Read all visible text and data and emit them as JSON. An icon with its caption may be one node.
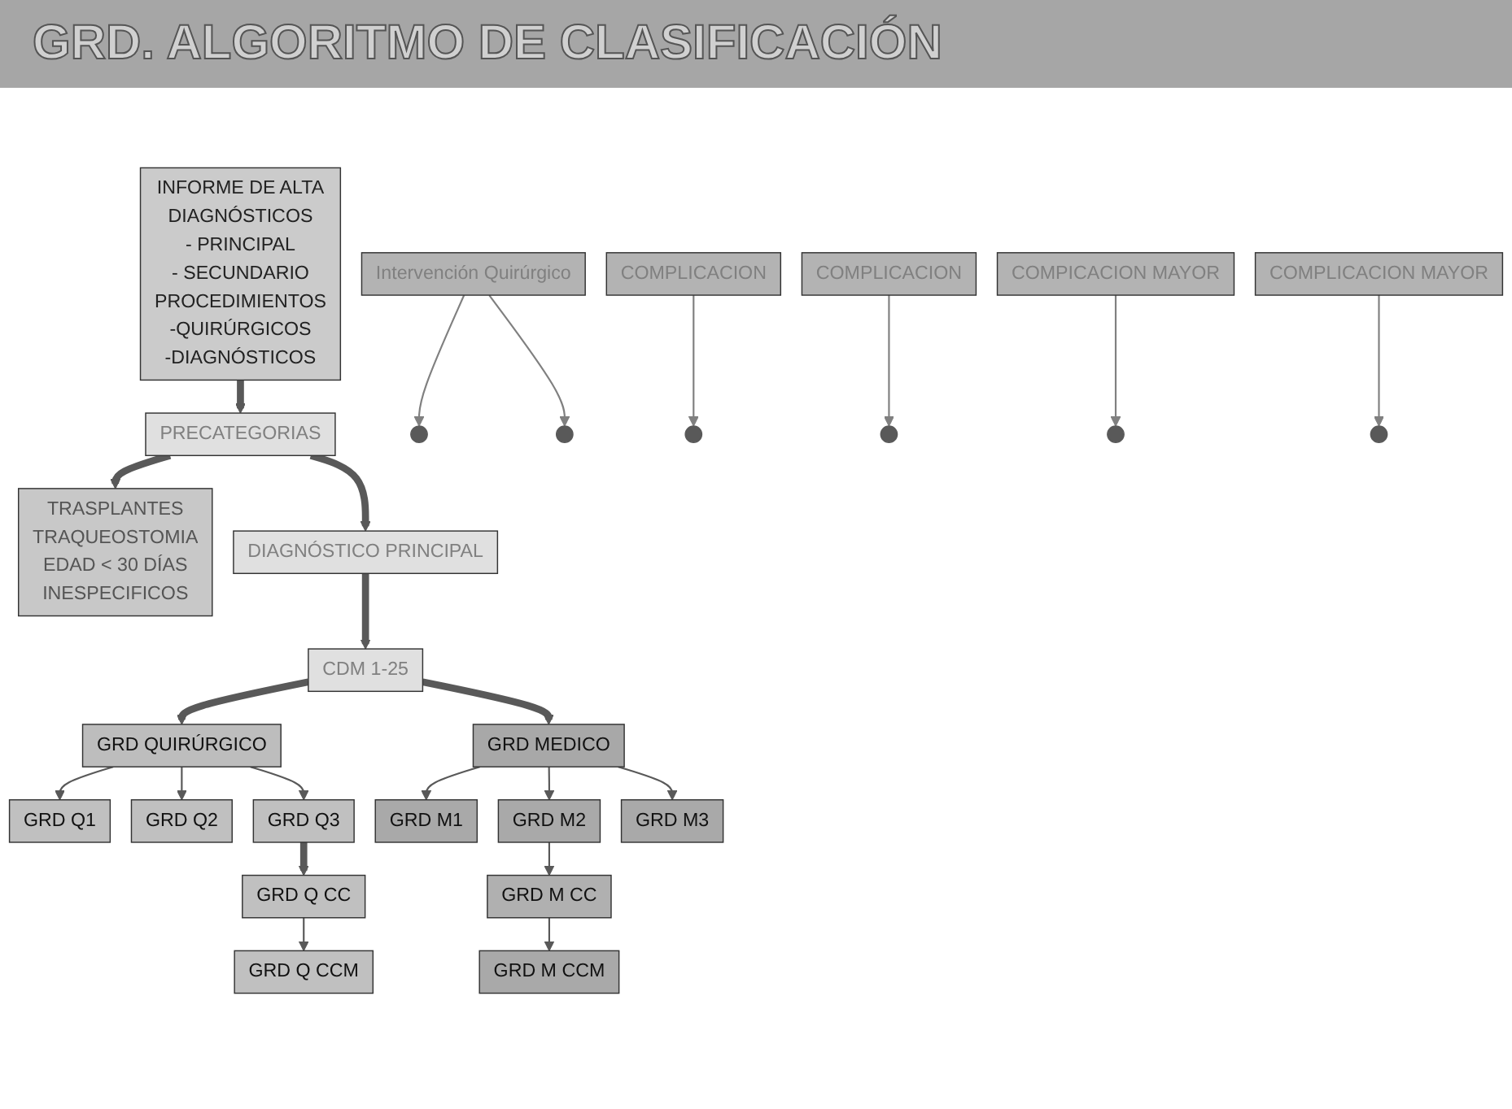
{
  "diagram": {
    "title": "GRD. ALGORITMO DE CLASIFICACIÓN",
    "nodes": [
      {
        "text": [
          "INFORME DE ALTA",
          "DIAGNÓSTICOS",
          "- PRINCIPAL",
          "- SECUNDARIO",
          "PROCEDIMIENTOS",
          "-QUIRÚRGICOS",
          "-DIAGNÓSTICOS"
        ]
      },
      {
        "text": [
          "PRECATEGORIAS"
        ]
      },
      {
        "text": [
          "TRASPLANTES",
          "TRAQUEOSTOMIA",
          "EDAD < 30 DÍAS",
          "INESPECIFICOS"
        ]
      },
      {
        "text": [
          "DIAGNÓSTICO PRINCIPAL"
        ]
      },
      {
        "text": [
          "CDM 1-25"
        ]
      },
      {
        "text": [
          "Intervención Quirúrgico"
        ]
      },
      {
        "text": [
          "GRD QUIRÚRGICO"
        ]
      },
      {
        "text": [
          "GRD MEDICO"
        ]
      },
      {
        "text": [
          "GRD Q1"
        ]
      },
      {
        "text": [
          "GRD Q2"
        ]
      },
      {
        "text": [
          "GRD Q3"
        ]
      },
      {
        "text": [
          "GRD M1"
        ]
      },
      {
        "text": [
          "GRD M2"
        ]
      },
      {
        "text": [
          "GRD M3"
        ]
      },
      {
        "text": [
          "COMPLICACION"
        ]
      },
      {
        "text": [
          "GRD Q CC"
        ]
      },
      {
        "text": [
          "COMPICACION MAYOR"
        ]
      },
      {
        "text": [
          "GRD Q CCM"
        ]
      },
      {
        "text": [
          "GRD M CC"
        ]
      },
      {
        "text": [
          "COMPLICACION"
        ]
      },
      {
        "text": [
          "GRD M CCM"
        ]
      },
      {
        "text": [
          "COMPLICACION MAYOR"
        ]
      }
    ],
    "edges": [
      {
        "from": 0,
        "to": 1,
        "arrow": "to",
        "style": "thick"
      },
      {
        "from": 1,
        "to": 2,
        "arrow": "to",
        "style": "thick"
      },
      {
        "from": 1,
        "to": 3,
        "arrow": "to",
        "style": "thick"
      },
      {
        "from": 3,
        "to": 4,
        "arrow": "to",
        "style": "thick"
      },
      {
        "from": 5,
        "to": null,
        "arrow": "to",
        "color": "#808080"
      },
      {
        "from": 4,
        "to": 6,
        "arrow": "to",
        "style": "thick"
      },
      {
        "from": 4,
        "to": 7,
        "arrow": "to",
        "style": "thick"
      },
      {
        "from": 5,
        "to": null,
        "arrow": "to",
        "color": "#808080"
      },
      {
        "from": 6,
        "to": 8,
        "arrow": "to"
      },
      {
        "from": 6,
        "to": 9,
        "arrow": "to"
      },
      {
        "from": 6,
        "to": 10,
        "arrow": "to"
      },
      {
        "from": 7,
        "to": 11,
        "arrow": "to"
      },
      {
        "from": 7,
        "to": 12,
        "arrow": "to"
      },
      {
        "from": 7,
        "to": 13,
        "arrow": "to"
      },
      {
        "from": 10,
        "to": 15,
        "arrow": "to",
        "style": "thick"
      },
      {
        "from": 12,
        "to": 18,
        "arrow": "to"
      },
      {
        "from": 14,
        "to": null,
        "arrow": "to",
        "color": "#808080"
      },
      {
        "from": 19,
        "to": null,
        "arrow": "to",
        "color": "#808080"
      },
      {
        "from": 15,
        "to": 17,
        "arrow": "to"
      },
      {
        "from": 18,
        "to": 20,
        "arrow": "to"
      },
      {
        "from": 16,
        "to": null,
        "arrow": "to",
        "color": "#808080"
      },
      {
        "from": 21,
        "to": null,
        "arrow": "to",
        "color": "#808080"
      }
    ]
  }
}
